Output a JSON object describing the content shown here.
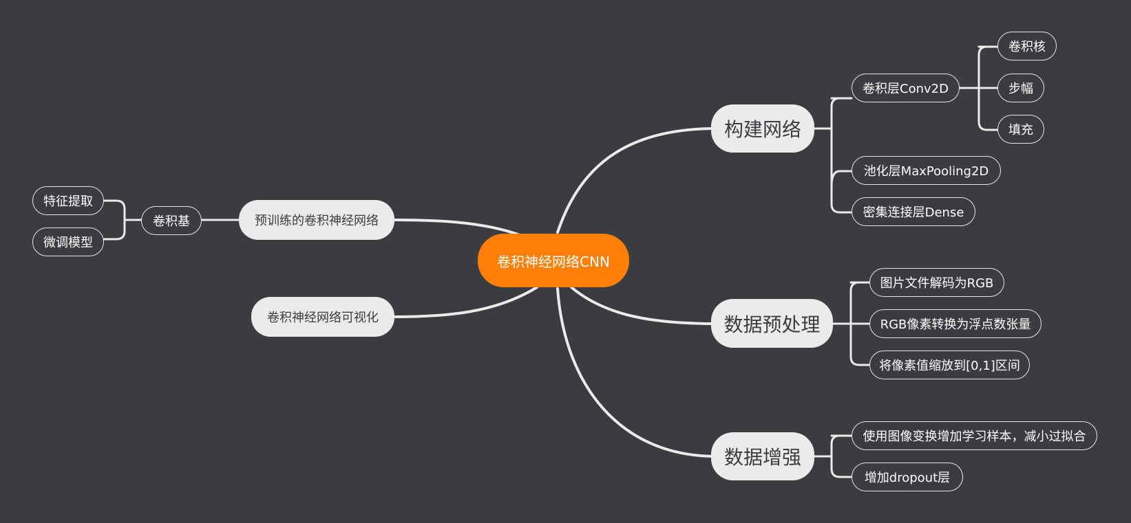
{
  "colors": {
    "background": "#3a3c40",
    "root_fill": "#fe7f05",
    "branch_fill": "#ebebeb",
    "line": "#ebebeb",
    "leaf_border": "#e6e6e6",
    "text_light": "#ffffff",
    "text_dark": "#3a3c40"
  },
  "root": {
    "label": "卷积神经网络CNN"
  },
  "right": [
    {
      "label": "构建网络",
      "children": [
        {
          "label": "卷积层Conv2D",
          "children": [
            {
              "label": "卷积核"
            },
            {
              "label": "步幅"
            },
            {
              "label": "填充"
            }
          ]
        },
        {
          "label": "池化层MaxPooling2D"
        },
        {
          "label": "密集连接层Dense"
        }
      ]
    },
    {
      "label": "数据预处理",
      "children": [
        {
          "label": "图片文件解码为RGB"
        },
        {
          "label": "RGB像素转换为浮点数张量"
        },
        {
          "label": "将像素值缩放到[0,1]区间"
        }
      ]
    },
    {
      "label": "数据增强",
      "children": [
        {
          "label": "使用图像变换增加学习样本，减小过拟合"
        },
        {
          "label": "增加dropout层"
        }
      ]
    }
  ],
  "left": [
    {
      "label": "预训练的卷积神经网络",
      "children": [
        {
          "label": "卷积基",
          "children": [
            {
              "label": "特征提取"
            },
            {
              "label": "微调模型"
            }
          ]
        }
      ]
    },
    {
      "label": "卷积神经网络可视化"
    }
  ]
}
